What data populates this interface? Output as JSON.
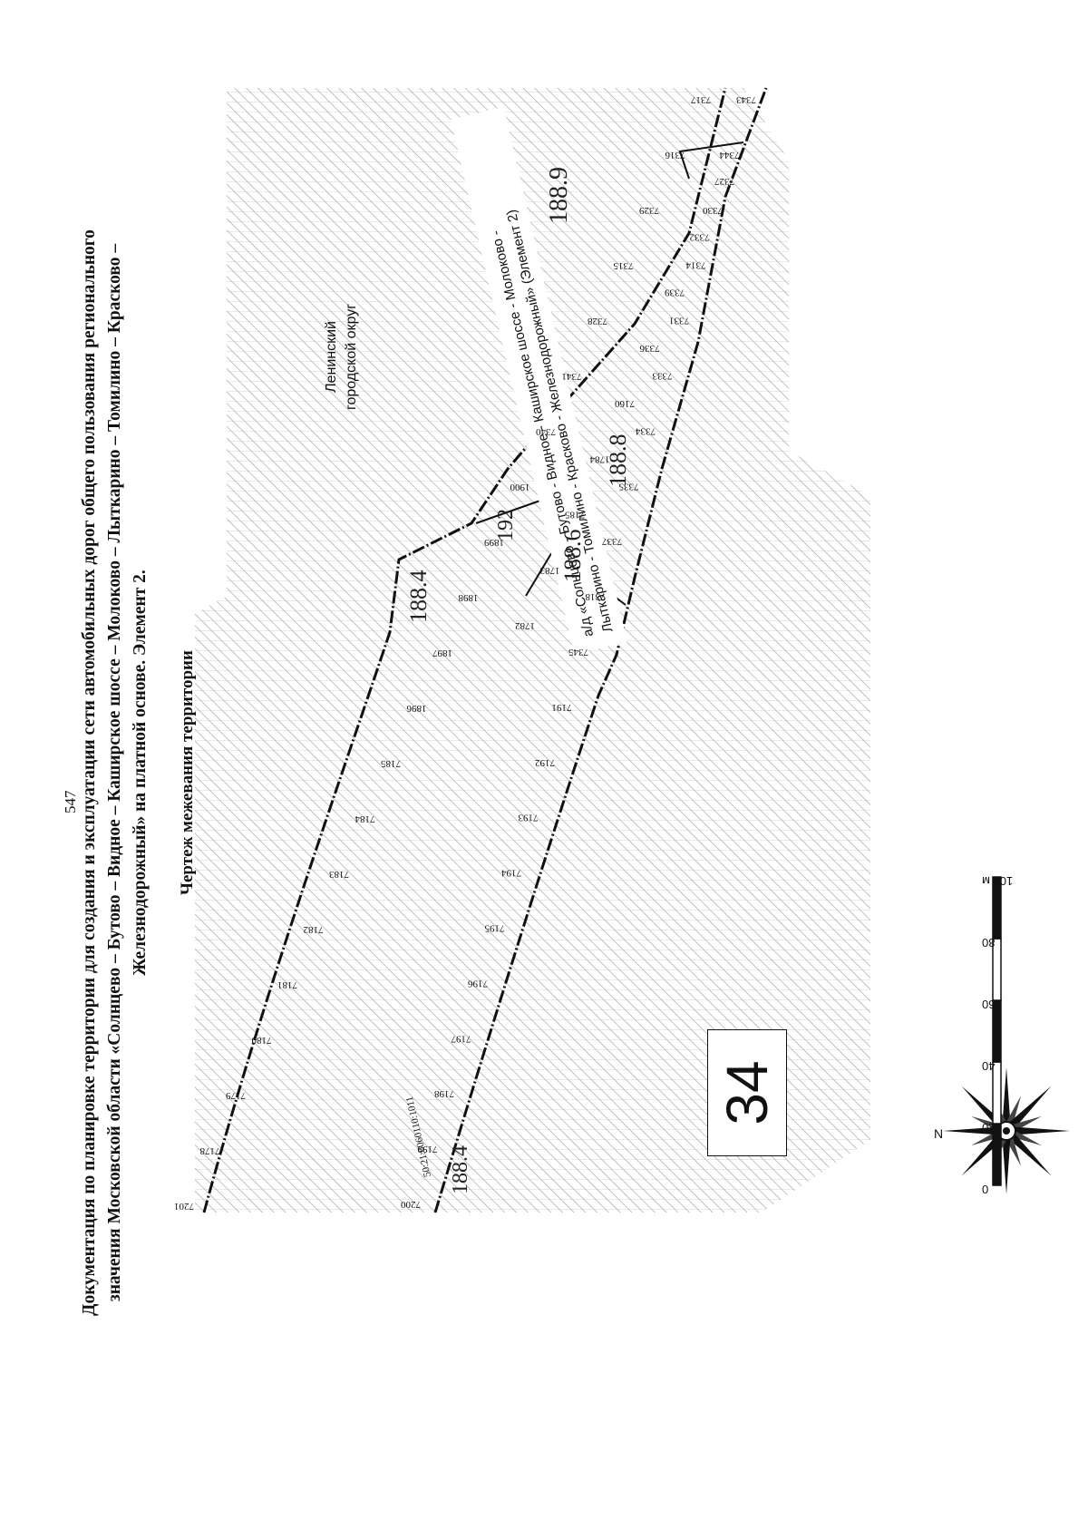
{
  "page_number": "547",
  "title": {
    "line1": "Документация по планировке территории для создания и эксплуатации сети автомобильных дорог общего пользования регионального",
    "line2": "значения Московской области «Солнцево – Бутово – Видное – Каширское шоссе – Молоково – Лыткарино – Томилино – Красково –",
    "line3": "Железнодорожный» на платной основе. Элемент 2."
  },
  "subtitle": "Чертеж межевания территории",
  "district": {
    "line1": "Ленинский",
    "line2": "городской округ"
  },
  "road_name": {
    "line1": "а/д «Солнцево - Бутово - Видное - Каширское шоссе - Молоково -",
    "line2": "Лыткарино - Томилино - Красково - Железнодорожный» (Элемент 2)"
  },
  "sheet_number": "34",
  "zones": [
    "188.4",
    "188.4",
    "192",
    "188.6",
    "188.8",
    "188.9"
  ],
  "north_label": "N",
  "scale_bar": {
    "ticks": [
      "0",
      "20",
      "40",
      "60",
      "80",
      "100 м"
    ]
  },
  "parcel_id": "50:21:0060110:1011",
  "upper_boundary_points": [
    "7201",
    "7178",
    "7179",
    "7180",
    "7181",
    "7182",
    "7183",
    "7184",
    "7185",
    "1896",
    "1897",
    "1898",
    "1899",
    "1900",
    "7340",
    "7341",
    "7328",
    "7315",
    "7329",
    "7316",
    "7317"
  ],
  "lower_boundary_points": [
    "7200",
    "7199",
    "7198",
    "7197",
    "7196",
    "7195",
    "7194",
    "7193",
    "7192",
    "7191",
    "7345",
    "7318",
    "7337",
    "7335",
    "7334",
    "7333",
    "7331",
    "7314",
    "7330",
    "7344",
    "7343"
  ],
  "inner_points": [
    "1782",
    "1783",
    "7185",
    "1784",
    "7160",
    "7336",
    "7339",
    "7332",
    "7327"
  ],
  "colors": {
    "hatch": "#9a9a9a",
    "line": "#111111",
    "background": "#ffffff"
  }
}
